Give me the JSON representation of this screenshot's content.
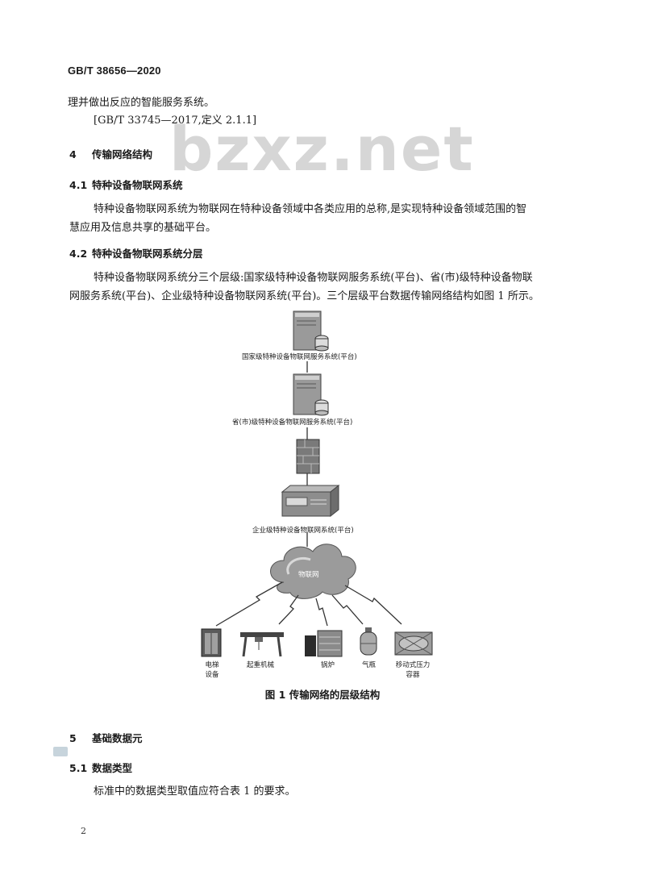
{
  "header": {
    "standard_code": "GB/T 38656—2020"
  },
  "watermark": "bzxz.net",
  "intro": {
    "line1": "理并做出反应的智能服务系统。",
    "ref": "[GB/T 33745—2017,定义 2.1.1]"
  },
  "sections": {
    "s4": {
      "num": "4",
      "title": "传输网络结构"
    },
    "s4_1": {
      "num": "4.1",
      "title": "特种设备物联网系统",
      "p1": "特种设备物联网系统为物联网在特种设备领域中各类应用的总称,是实现特种设备领域范围的智",
      "p2": "慧应用及信息共享的基础平台。"
    },
    "s4_2": {
      "num": "4.2",
      "title": "特种设备物联网系统分层",
      "p1": "特种设备物联网系统分三个层级:国家级特种设备物联网服务系统(平台)、省(市)级特种设备物联",
      "p2": "网服务系统(平台)、企业级特种设备物联网系统(平台)。三个层级平台数据传输网络结构如图 1 所示。"
    },
    "s5": {
      "num": "5",
      "title": "基础数据元"
    },
    "s5_1": {
      "num": "5.1",
      "title": "数据类型",
      "p1": "标准中的数据类型取值应符合表 1 的要求。"
    }
  },
  "figure": {
    "national_label": "国家级特种设备物联网服务系统(平台)",
    "provincial_label": "省(市)级特种设备物联网服务系统(平台)",
    "enterprise_label": "企业级特种设备物联网系统(平台)",
    "cloud_label": "物联网",
    "devices": [
      {
        "label1": "电梯",
        "label2": "设备"
      },
      {
        "label1": "起重机械",
        "label2": ""
      },
      {
        "label1": "锅炉",
        "label2": ""
      },
      {
        "label1": "气瓶",
        "label2": ""
      },
      {
        "label1": "移动式压力",
        "label2": "容器"
      }
    ],
    "caption": "图 1   传输网络的层级结构"
  },
  "page_number": "2"
}
